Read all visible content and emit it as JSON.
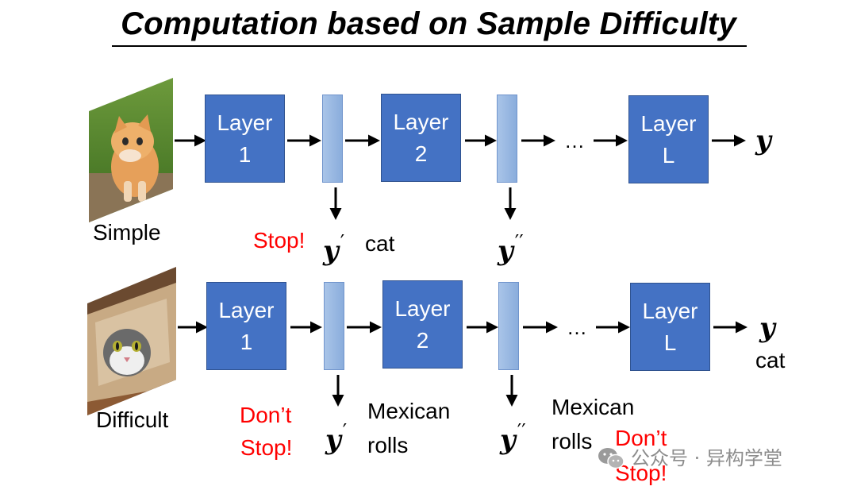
{
  "title": "Computation based on Sample Difficulty",
  "rows": {
    "simple": {
      "label": "Simple",
      "layers": [
        {
          "line1": "Layer",
          "line2": "1"
        },
        {
          "line1": "Layer",
          "line2": "2"
        },
        {
          "line1": "Layer",
          "line2": "L"
        }
      ],
      "ellipsis": "…",
      "output": "y",
      "exit1": {
        "var": "y",
        "prime": "′",
        "decision": "Stop!",
        "prediction": "cat"
      },
      "exit2": {
        "var": "y",
        "prime": "′′"
      }
    },
    "difficult": {
      "label": "Difficult",
      "layers": [
        {
          "line1": "Layer",
          "line2": "1"
        },
        {
          "line1": "Layer",
          "line2": "2"
        },
        {
          "line1": "Layer",
          "line2": "L"
        }
      ],
      "ellipsis": "…",
      "output": "y",
      "output_prediction": "cat",
      "exit1": {
        "var": "y",
        "prime": "′",
        "decision_line1": "Don’t",
        "decision_line2": "Stop!",
        "prediction_line1": "Mexican",
        "prediction_line2": "rolls"
      },
      "exit2": {
        "var": "y",
        "prime": "′′",
        "decision_line1": "Don’t",
        "decision_line2": "Stop!",
        "prediction_line1": "Mexican",
        "prediction_line2": "rolls"
      }
    }
  },
  "watermark": "公众号 · 异构学堂",
  "colors": {
    "layer": "#4472c4",
    "bar": "#9dbbe4",
    "stop": "#ff0000"
  }
}
